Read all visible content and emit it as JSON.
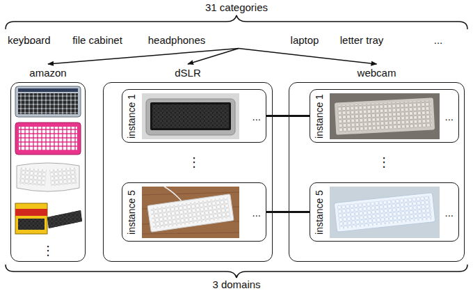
{
  "diagram": {
    "nodes": [
      {
        "text": [
          "keyboard"
        ]
      },
      {
        "text": [
          "amazon",
          "⋮"
        ]
      },
      {
        "text": [
          "dSLR",
          "⋮"
        ]
      },
      {
        "text": [
          "instance 1",
          "..."
        ],
        "in": 2
      },
      {
        "text": [
          "instance 5",
          "..."
        ],
        "in": 2
      },
      {
        "text": [
          "webcam",
          "⋮"
        ]
      },
      {
        "text": [
          "instance 1",
          "..."
        ],
        "in": 5
      },
      {
        "text": [
          "instance 5",
          "..."
        ],
        "in": 5
      }
    ],
    "edges": [
      {
        "from": 0,
        "to": 1,
        "arrow": "to"
      },
      {
        "from": 0,
        "to": 2,
        "arrow": "to"
      },
      {
        "from": 0,
        "to": 5,
        "arrow": "to"
      },
      {
        "from": 3,
        "to": 6,
        "arrow": "none"
      },
      {
        "from": 4,
        "to": 7,
        "arrow": "none"
      }
    ],
    "labels": [
      "31 categories",
      "...",
      "file cabinet",
      "headphones",
      "laptop",
      "letter tray",
      "...",
      "3 domains"
    ]
  }
}
